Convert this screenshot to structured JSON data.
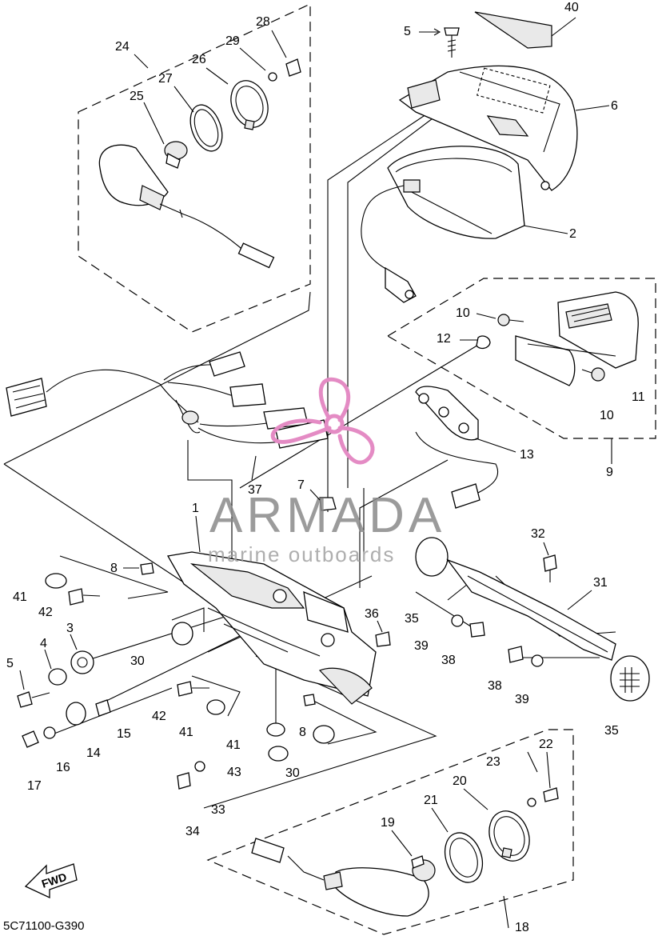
{
  "diagram": {
    "code": "5C71100-G390",
    "fwd_label": "FWD",
    "watermark": {
      "brand": "ARMADA",
      "tagline": "marine outboards",
      "accent": "#e48bc4"
    },
    "callouts": [
      "1",
      "2",
      "3",
      "4",
      "5",
      "5",
      "6",
      "7",
      "8",
      "8",
      "9",
      "10",
      "10",
      "11",
      "12",
      "13",
      "14",
      "15",
      "16",
      "17",
      "18",
      "19",
      "20",
      "21",
      "22",
      "23",
      "24",
      "25",
      "26",
      "27",
      "28",
      "29",
      "30",
      "30",
      "31",
      "32",
      "33",
      "34",
      "35",
      "35",
      "36",
      "37",
      "38",
      "38",
      "39",
      "39",
      "40",
      "41",
      "41",
      "41",
      "42",
      "42",
      "43"
    ]
  }
}
